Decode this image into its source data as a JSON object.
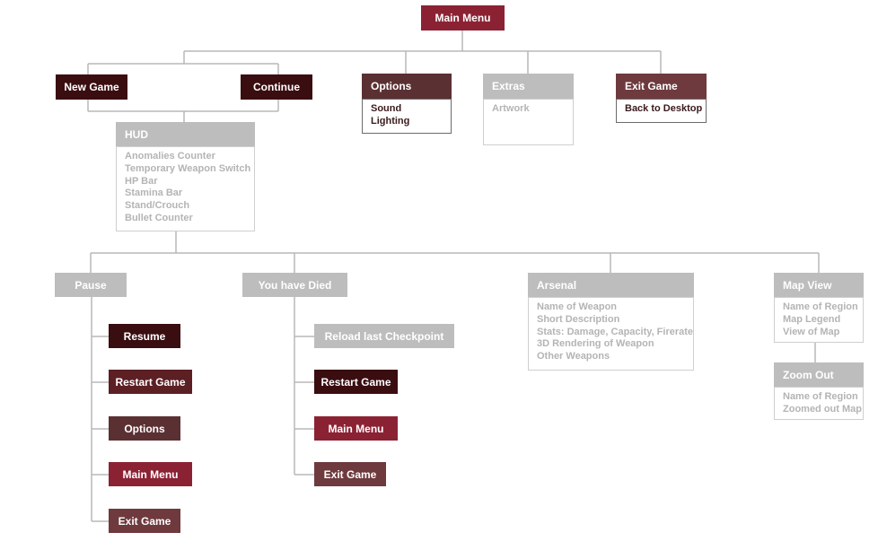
{
  "colors": {
    "wire": "#b8b8b8",
    "crimson": "#8b2233",
    "maroon": "#3a0d10",
    "wine": "#5c1f24",
    "plum": "#5b3033",
    "rose": "#6e3a3e",
    "grey": "#bdbdbd"
  },
  "main_menu": {
    "label": "Main Menu"
  },
  "top_level": {
    "new_game": "New Game",
    "continue": "Continue",
    "options": {
      "label": "Options",
      "items": [
        "Sound",
        "Lighting"
      ]
    },
    "extras": {
      "label": "Extras",
      "items": [
        "Artwork"
      ]
    },
    "exit_game": {
      "label": "Exit Game",
      "items": [
        "Back to Desktop"
      ]
    }
  },
  "hud": {
    "label": "HUD",
    "items": [
      "Anomalies Counter",
      "Temporary Weapon Switch",
      "HP Bar",
      "Stamina Bar",
      "Stand/Crouch",
      "Bullet Counter"
    ]
  },
  "pause": {
    "label": "Pause",
    "items": [
      "Resume",
      "Restart Game",
      "Options",
      "Main Menu",
      "Exit Game"
    ]
  },
  "died": {
    "label": "You have Died",
    "items": [
      "Reload last Checkpoint",
      "Restart Game",
      "Main Menu",
      "Exit Game"
    ]
  },
  "arsenal": {
    "label": "Arsenal",
    "items": [
      "Name of Weapon",
      "Short Description",
      "Stats: Damage, Capacity, Firerate",
      "3D Rendering of Weapon",
      "Other Weapons"
    ]
  },
  "map_view": {
    "label": "Map View",
    "items": [
      "Name of Region",
      "Map Legend",
      "View of Map"
    ]
  },
  "zoom_out": {
    "label": "Zoom Out",
    "items": [
      "Name of Region",
      "Zoomed out Map"
    ]
  }
}
